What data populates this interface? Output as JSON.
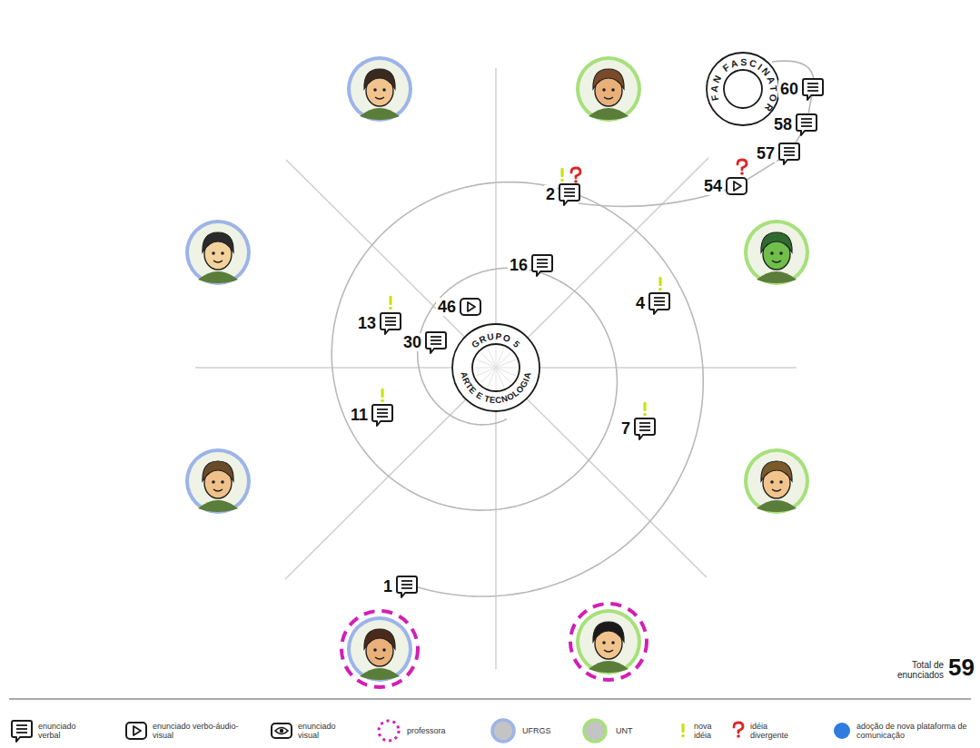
{
  "diagram": {
    "nodes": [
      {
        "text": [
          "GRUPO 5",
          "ARTE E TECNOLOGIA"
        ]
      },
      {
        "text": [
          "FAN FASCINATOR"
        ]
      }
    ],
    "labels": [
      "1",
      "2",
      "4",
      "7",
      "11",
      "13",
      "16",
      "30",
      "46",
      "54",
      "57",
      "58",
      "60",
      "Total de enunciados",
      "59"
    ],
    "legend": [
      {
        "text": "enunciado verbal"
      },
      {
        "text": "enunciado verbo-áudio-visual"
      },
      {
        "text": "enunciado visual"
      },
      {
        "text": "professora"
      },
      {
        "text": "UFRGS",
        "color": "#9db4e8"
      },
      {
        "text": "UNT",
        "color": "#a6e07a"
      },
      {
        "text": "nova idéia"
      },
      {
        "text": "idéia divergente"
      },
      {
        "text": "adoção de nova plataforma de comunicação",
        "color": "#2f7be0"
      }
    ]
  }
}
